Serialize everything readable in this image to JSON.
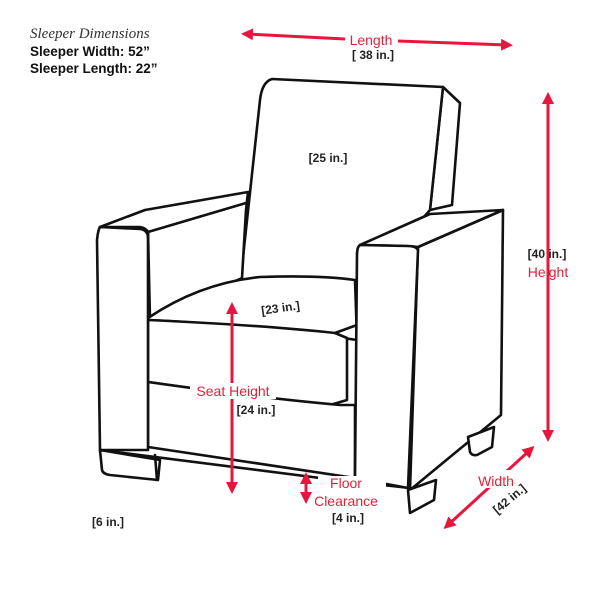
{
  "header": {
    "title": "Sleeper Dimensions",
    "sleeper_width": "Sleeper Width: 52”",
    "sleeper_length": "Sleeper Length: 22”"
  },
  "dimensions": {
    "length": {
      "label": "Length",
      "value": "[ 38 in.]"
    },
    "height": {
      "label": "Height",
      "value": "[40 in.]"
    },
    "width": {
      "label": "Width",
      "value": "[42 in.]"
    },
    "seat_height": {
      "label": "Seat Height",
      "value": "[24 in.]"
    },
    "floor_clearance": {
      "label_line1": "Floor",
      "label_line2": "Clearance",
      "value": "[4 in.]"
    },
    "back_height": {
      "value": "[25 in.]"
    },
    "seat_depth": {
      "value": "[23 in.]"
    },
    "arm_dimension": {
      "value": "[6 in.]"
    }
  },
  "colors": {
    "accent_red": "#e8163c",
    "label_red": "#e0223a",
    "outline": "#111111"
  }
}
